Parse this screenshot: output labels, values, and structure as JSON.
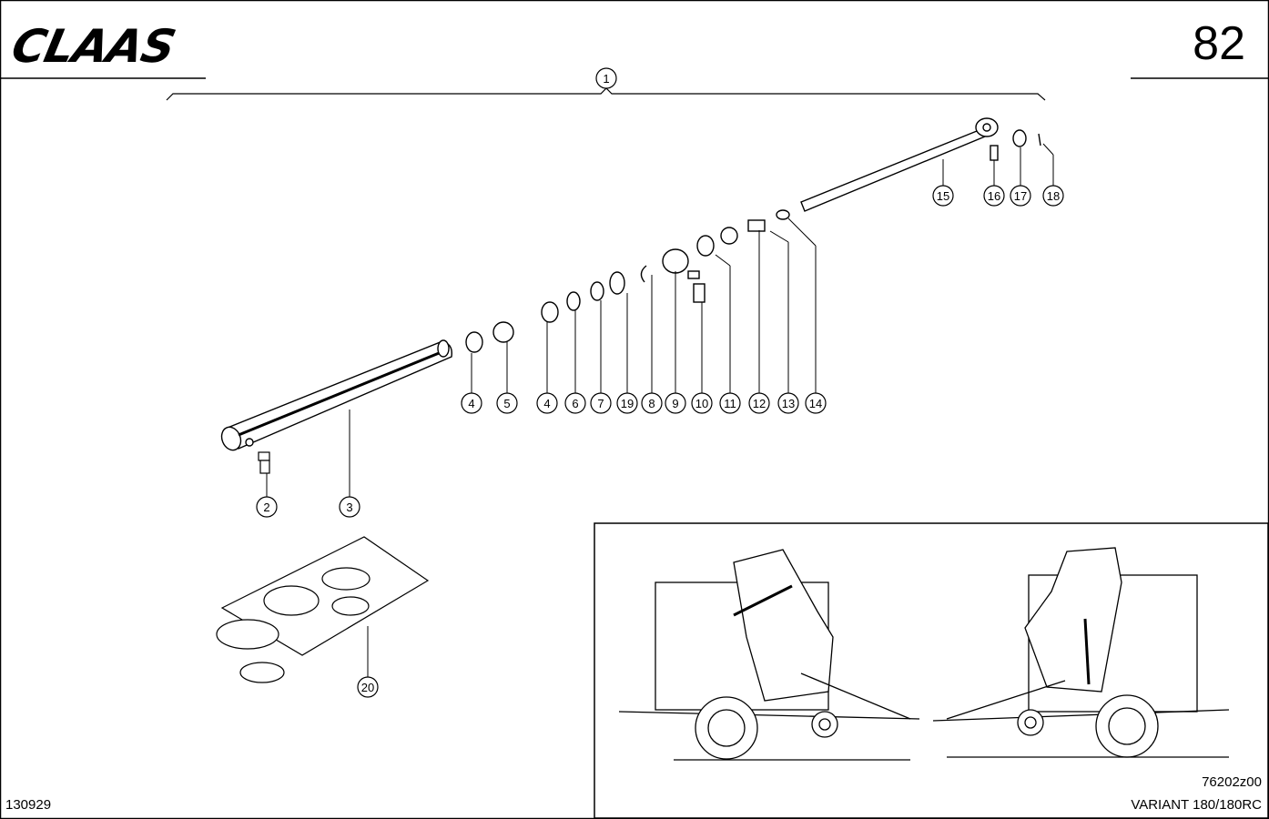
{
  "header": {
    "brand": "CLAAS",
    "page_number": "82"
  },
  "callouts": [
    "1",
    "2",
    "3",
    "4",
    "5",
    "4",
    "6",
    "7",
    "19",
    "8",
    "9",
    "10",
    "11",
    "12",
    "13",
    "14",
    "15",
    "16",
    "17",
    "18",
    "20"
  ],
  "footer": {
    "sheet_code": "130929",
    "drawing_code": "76202z00",
    "model": "VARIANT 180/180RC"
  }
}
